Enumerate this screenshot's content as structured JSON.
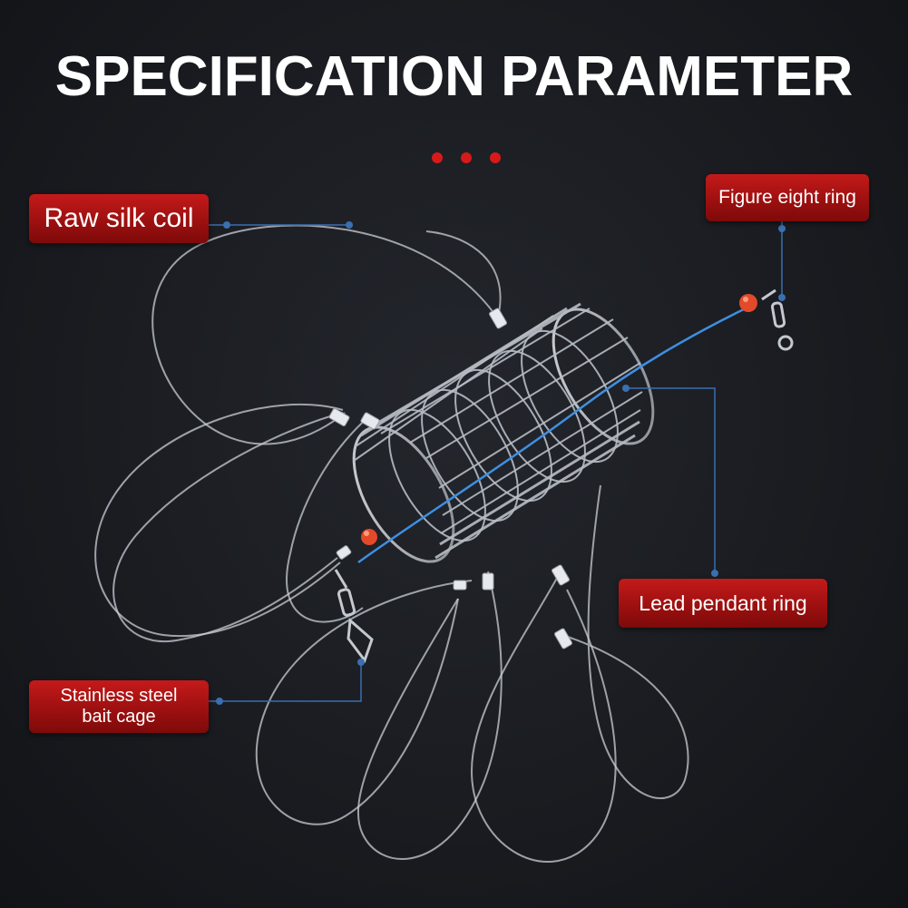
{
  "title": "SPECIFICATION PARAMETER",
  "colors": {
    "background": "#16181c",
    "accent_red": "#d61a1a",
    "label_bg": "#a51414",
    "callout_line": "#3a6fb0",
    "swivel_line": "#3f8fe0"
  },
  "labels": {
    "raw_silk_coil": "Raw silk coil",
    "figure_eight_ring": "Figure eight ring",
    "lead_pendant_ring": "Lead pendant ring",
    "stainless_steel_bait_cage_line1": "Stainless steel",
    "stainless_steel_bait_cage_line2": "bait cage"
  },
  "icons": {
    "decor": "three-red-dots",
    "product": "bait-cage-photo"
  }
}
